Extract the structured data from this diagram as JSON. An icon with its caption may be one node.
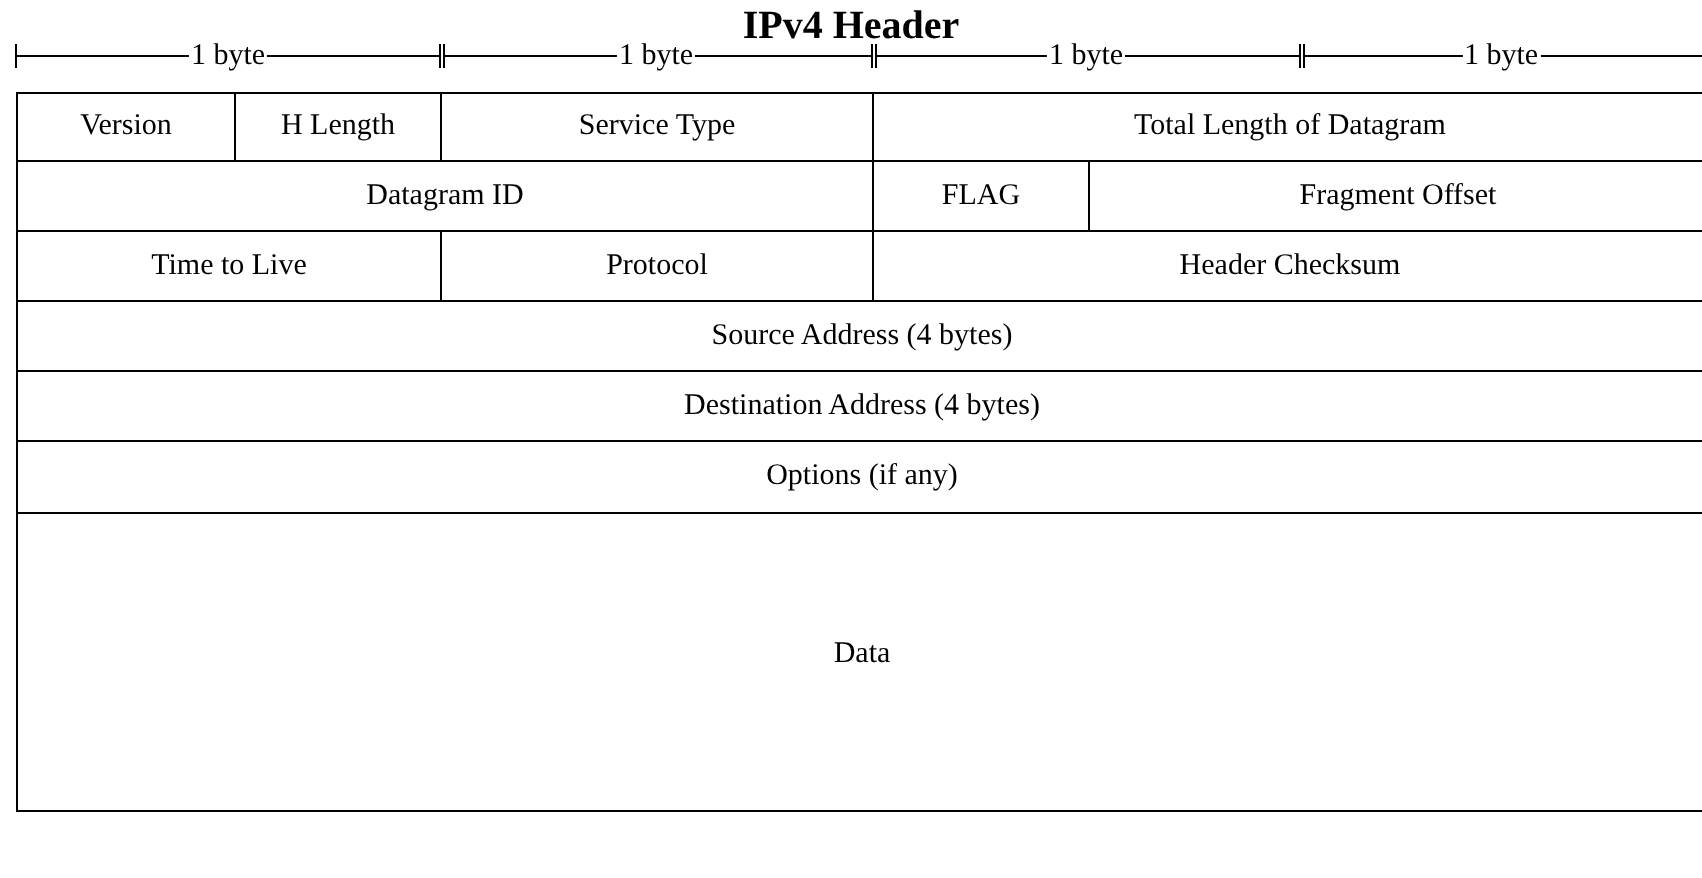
{
  "diagram": {
    "title": "IPv4 Header",
    "labels": [
      "1 byte",
      "1 byte",
      "1 byte",
      "1 byte",
      "Version",
      "H Length",
      "Service Type",
      "Total Length of Datagram",
      "Datagram ID",
      "FLAG",
      "Fragment Offset",
      "Time to Live",
      "Protocol",
      "Header Checksum",
      "Source Address (4 bytes)",
      "Destination Address (4 bytes)",
      "Options (if any)",
      "Data"
    ]
  }
}
